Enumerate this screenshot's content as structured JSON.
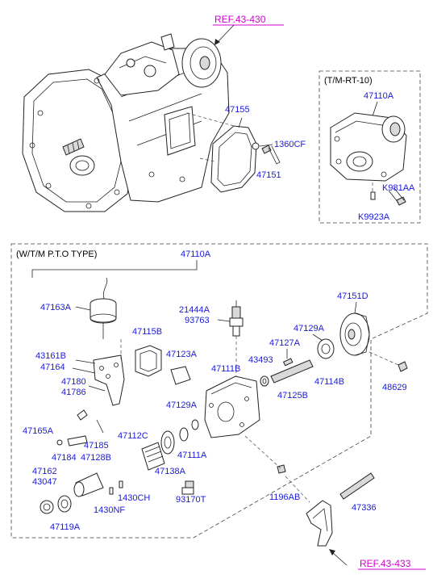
{
  "references": {
    "top": "REF.43-430",
    "bottom": "REF.43-433"
  },
  "colors": {
    "label": "#1a1adb",
    "reference": "#d100d1",
    "line": "#222222"
  },
  "rt10_box": {
    "title": "(T/M-RT-10)",
    "labels": [
      "47110A",
      "K981AA",
      "K9923A"
    ]
  },
  "pto_box": {
    "title": "(W/T/M P.T.O TYPE)",
    "assembly_label": "47110A"
  },
  "upper_labels": [
    "47155",
    "1360CF",
    "47151"
  ],
  "pto_labels": {
    "l47163A": "47163A",
    "l47115B": "47115B",
    "l21444A": "21444A",
    "l93763": "93763",
    "l47151D": "47151D",
    "l47129A_top": "47129A",
    "l47127A": "47127A",
    "l43161B": "43161B",
    "l47164": "47164",
    "l47123A": "47123A",
    "l43493": "43493",
    "l47111B": "47111B",
    "l47114B": "47114B",
    "l47180": "47180",
    "l41786": "41786",
    "l47125B": "47125B",
    "l48629": "48629",
    "l47129A_mid": "47129A",
    "l47165A": "47165A",
    "l47112C": "47112C",
    "l47185": "47185",
    "l47111A": "47111A",
    "l47184": "47184",
    "l47128B": "47128B",
    "l47162": "47162",
    "l43047": "43047",
    "l47138A": "47138A",
    "l1430CH": "1430CH",
    "l93170T": "93170T",
    "l1196AB": "1196AB",
    "l1430NF": "1430NF",
    "l47336": "47336",
    "l47119A": "47119A"
  }
}
